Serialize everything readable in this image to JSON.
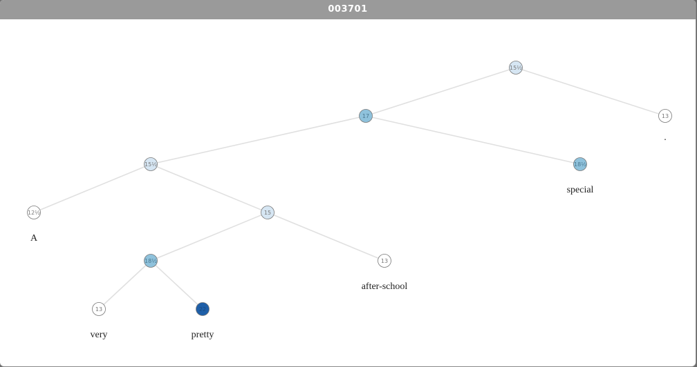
{
  "window": {
    "title": "003701"
  },
  "colors": {
    "white": "#ffffff",
    "pale": "#d6e6f3",
    "mid": "#8fc2dc",
    "dark": "#1e5fa8",
    "edge": "#e0e0e0"
  },
  "tree": {
    "nodes": [
      {
        "id": "n1",
        "label": "15½",
        "tone": "pale"
      },
      {
        "id": "n2",
        "label": "17",
        "tone": "mid"
      },
      {
        "id": "n3",
        "label": "13",
        "tone": "white",
        "word": "."
      },
      {
        "id": "n4",
        "label": "15½",
        "tone": "pale"
      },
      {
        "id": "n5",
        "label": "18½",
        "tone": "mid",
        "word": "special"
      },
      {
        "id": "n6",
        "label": "12½",
        "tone": "white",
        "word": "A"
      },
      {
        "id": "n7",
        "label": "15",
        "tone": "pale"
      },
      {
        "id": "n8",
        "label": "18½",
        "tone": "mid"
      },
      {
        "id": "n9",
        "label": "13",
        "tone": "white",
        "word": "after-school"
      },
      {
        "id": "n10",
        "label": "13",
        "tone": "white",
        "word": "very"
      },
      {
        "id": "n11",
        "label": "22",
        "tone": "dark",
        "word": "pretty"
      }
    ],
    "edges": [
      [
        "n1",
        "n2"
      ],
      [
        "n1",
        "n3"
      ],
      [
        "n2",
        "n4"
      ],
      [
        "n2",
        "n5"
      ],
      [
        "n4",
        "n6"
      ],
      [
        "n4",
        "n7"
      ],
      [
        "n7",
        "n8"
      ],
      [
        "n7",
        "n9"
      ],
      [
        "n8",
        "n10"
      ],
      [
        "n8",
        "n11"
      ]
    ]
  }
}
